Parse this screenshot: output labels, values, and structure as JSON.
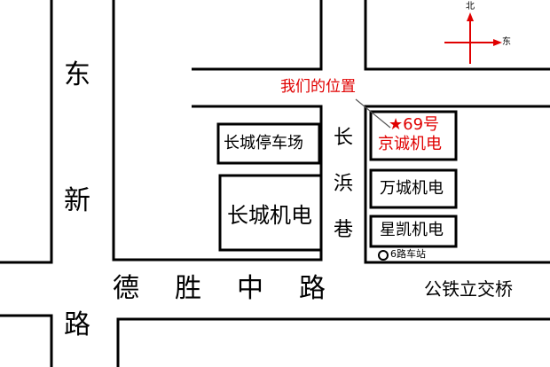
{
  "map": {
    "roads": {
      "dongxin_road": [
        "东",
        "新",
        "路"
      ],
      "desheng_road": [
        "德",
        "胜",
        "中",
        "路"
      ],
      "changbin_alley": [
        "长",
        "浜",
        "巷"
      ]
    },
    "places": {
      "changcheng_parking": "长城停车场",
      "changcheng_electric": "长城机电",
      "jingcheng_number": "★69号",
      "jingcheng_name": "京诚机电",
      "wancheng_electric": "万城机电",
      "xingkai_electric": "星凯机电",
      "bus_stop": "6路车站",
      "gongtie_bridge": "公铁立交桥"
    },
    "annotation": {
      "our_location": "我们的位置"
    },
    "compass": {
      "north": "北",
      "east": "东"
    },
    "colors": {
      "road_line": "#000000",
      "highlight": "#e00000",
      "background": "#ffffff"
    }
  }
}
